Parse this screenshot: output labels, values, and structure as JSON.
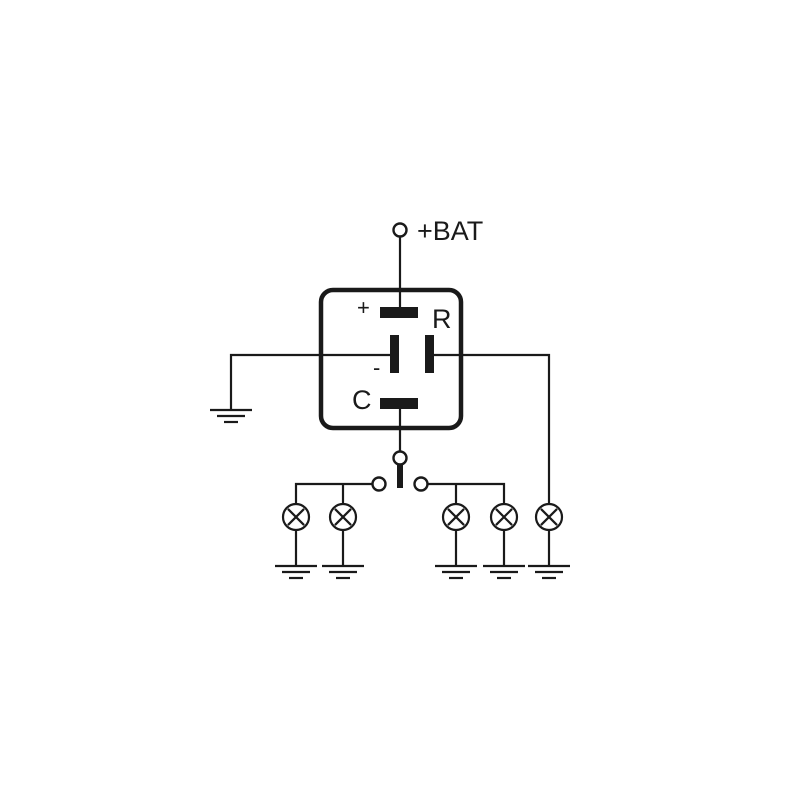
{
  "diagram": {
    "supply_label": "+BAT",
    "pin_plus": "+",
    "pin_minus": "-",
    "pin_r": "R",
    "pin_c": "C"
  }
}
